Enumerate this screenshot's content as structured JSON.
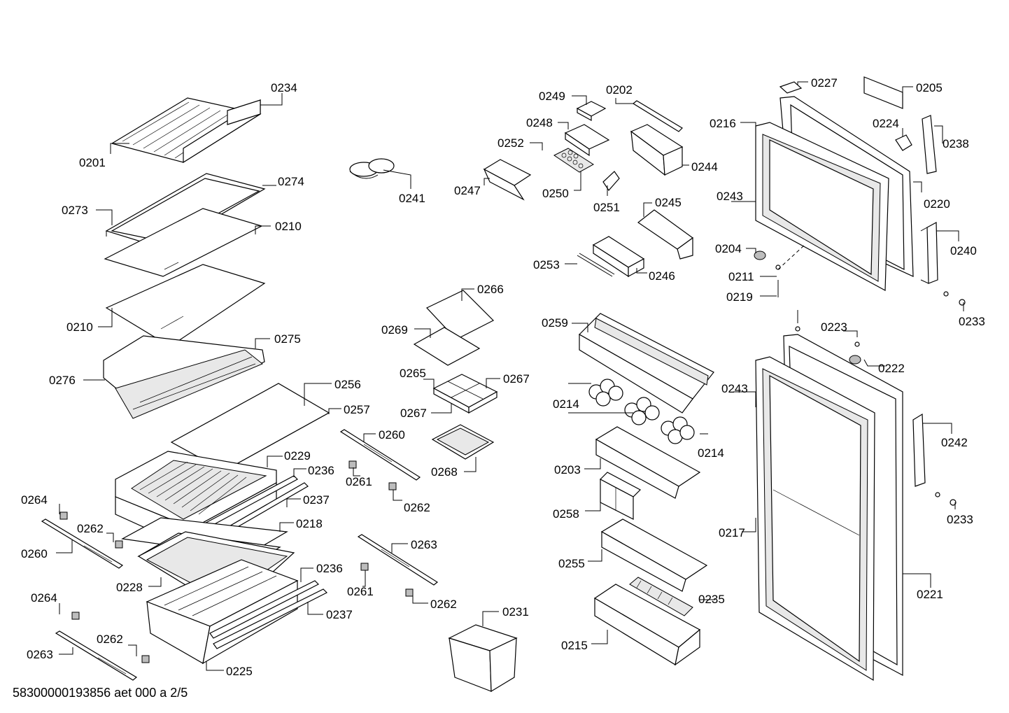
{
  "footer": {
    "code": "58300000193856 aet 000 a 2/5"
  },
  "callouts": [
    {
      "id": "c0234",
      "label": "0234"
    },
    {
      "id": "c0201",
      "label": "0201"
    },
    {
      "id": "c0241",
      "label": "0241"
    },
    {
      "id": "c0274",
      "label": "0274"
    },
    {
      "id": "c0273",
      "label": "0273"
    },
    {
      "id": "c0210a",
      "label": "0210"
    },
    {
      "id": "c0210b",
      "label": "0210"
    },
    {
      "id": "c0275",
      "label": "0275"
    },
    {
      "id": "c0276",
      "label": "0276"
    },
    {
      "id": "c0256",
      "label": "0256"
    },
    {
      "id": "c0257",
      "label": "0257"
    },
    {
      "id": "c0229",
      "label": "0229"
    },
    {
      "id": "c0236a",
      "label": "0236"
    },
    {
      "id": "c0237a",
      "label": "0237"
    },
    {
      "id": "c0218",
      "label": "0218"
    },
    {
      "id": "c0228",
      "label": "0228"
    },
    {
      "id": "c0236b",
      "label": "0236"
    },
    {
      "id": "c0237b",
      "label": "0237"
    },
    {
      "id": "c0225",
      "label": "0225"
    },
    {
      "id": "c0264a",
      "label": "0264"
    },
    {
      "id": "c0262a",
      "label": "0262"
    },
    {
      "id": "c0260a",
      "label": "0260"
    },
    {
      "id": "c0264b",
      "label": "0264"
    },
    {
      "id": "c0262b",
      "label": "0262"
    },
    {
      "id": "c0263a",
      "label": "0263"
    },
    {
      "id": "c0266",
      "label": "0266"
    },
    {
      "id": "c0269",
      "label": "0269"
    },
    {
      "id": "c0265",
      "label": "0265"
    },
    {
      "id": "c0267a",
      "label": "0267"
    },
    {
      "id": "c0267b",
      "label": "0267"
    },
    {
      "id": "c0268",
      "label": "0268"
    },
    {
      "id": "c0260b",
      "label": "0260"
    },
    {
      "id": "c0261a",
      "label": "0261"
    },
    {
      "id": "c0262c",
      "label": "0262"
    },
    {
      "id": "c0263b",
      "label": "0263"
    },
    {
      "id": "c0261b",
      "label": "0261"
    },
    {
      "id": "c0262d",
      "label": "0262"
    },
    {
      "id": "c0231",
      "label": "0231"
    },
    {
      "id": "c0249",
      "label": "0249"
    },
    {
      "id": "c0202",
      "label": "0202"
    },
    {
      "id": "c0248",
      "label": "0248"
    },
    {
      "id": "c0252",
      "label": "0252"
    },
    {
      "id": "c0247",
      "label": "0247"
    },
    {
      "id": "c0250",
      "label": "0250"
    },
    {
      "id": "c0244",
      "label": "0244"
    },
    {
      "id": "c0251",
      "label": "0251"
    },
    {
      "id": "c0245",
      "label": "0245"
    },
    {
      "id": "c0253",
      "label": "0253"
    },
    {
      "id": "c0246",
      "label": "0246"
    },
    {
      "id": "c0259",
      "label": "0259"
    },
    {
      "id": "c0214a",
      "label": "0214"
    },
    {
      "id": "c0214b",
      "label": "0214"
    },
    {
      "id": "c0203",
      "label": "0203"
    },
    {
      "id": "c0258",
      "label": "0258"
    },
    {
      "id": "c0255",
      "label": "0255"
    },
    {
      "id": "c0235",
      "label": "0235"
    },
    {
      "id": "c0215",
      "label": "0215"
    },
    {
      "id": "c0227",
      "label": "0227"
    },
    {
      "id": "c0205",
      "label": "0205"
    },
    {
      "id": "c0216",
      "label": "0216"
    },
    {
      "id": "c0224",
      "label": "0224"
    },
    {
      "id": "c0238",
      "label": "0238"
    },
    {
      "id": "c0220",
      "label": "0220"
    },
    {
      "id": "c0243a",
      "label": "0243"
    },
    {
      "id": "c0240",
      "label": "0240"
    },
    {
      "id": "c0204",
      "label": "0204"
    },
    {
      "id": "c0211",
      "label": "0211"
    },
    {
      "id": "c0219",
      "label": "0219"
    },
    {
      "id": "c0233a",
      "label": "0233"
    },
    {
      "id": "c0223",
      "label": "0223"
    },
    {
      "id": "c0222",
      "label": "0222"
    },
    {
      "id": "c0243b",
      "label": "0243"
    },
    {
      "id": "c0242",
      "label": "0242"
    },
    {
      "id": "c0233b",
      "label": "0233"
    },
    {
      "id": "c0217",
      "label": "0217"
    },
    {
      "id": "c0221",
      "label": "0221"
    }
  ]
}
